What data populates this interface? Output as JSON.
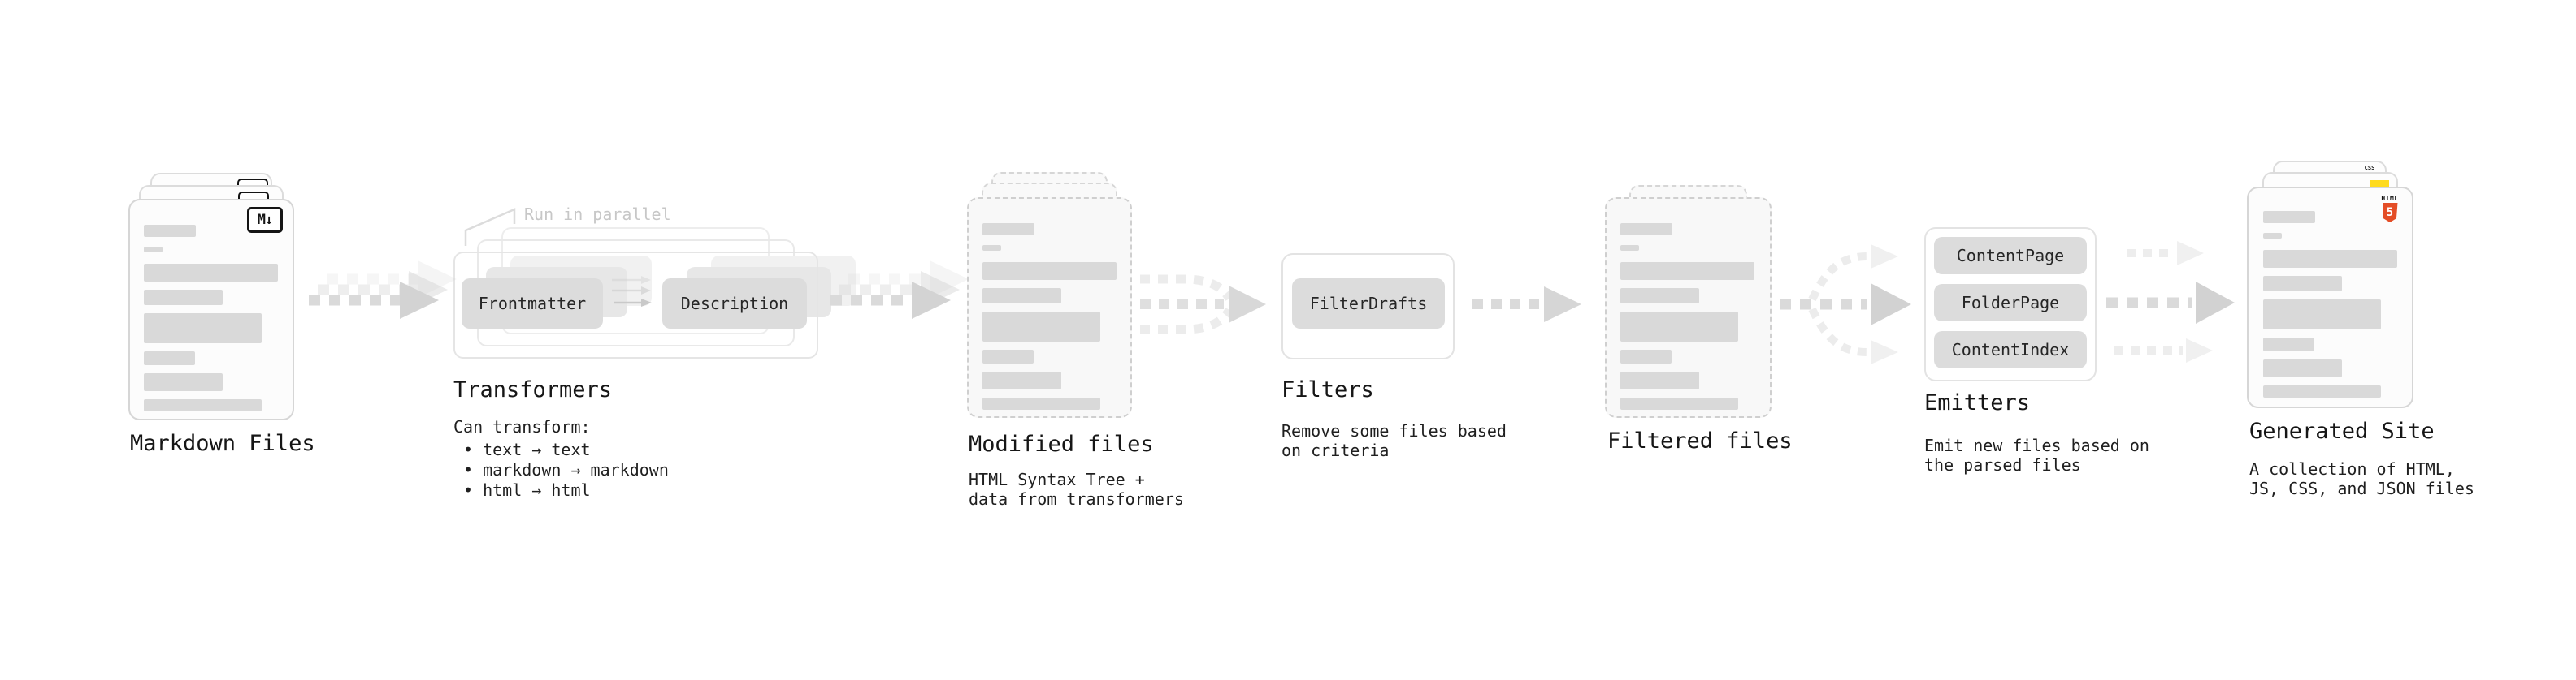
{
  "stages": {
    "markdown_files": {
      "title": "Markdown Files"
    },
    "transformers": {
      "title": "Transformers",
      "callout": "Run in parallel",
      "pill_frontmatter": "Frontmatter",
      "pill_description": "Description",
      "desc_heading": "Can transform:",
      "bullets": [
        "• text → text",
        "• markdown → markdown",
        "• html → html"
      ]
    },
    "modified_files": {
      "title": "Modified files",
      "desc": [
        "HTML Syntax Tree +",
        "data from transformers"
      ]
    },
    "filters": {
      "title": "Filters",
      "pill_filterdrafts": "FilterDrafts",
      "desc": [
        "Remove some files based",
        "on criteria"
      ]
    },
    "filtered_files": {
      "title": "Filtered files"
    },
    "emitters": {
      "title": "Emitters",
      "pills": [
        "ContentPage",
        "FolderPage",
        "ContentIndex"
      ],
      "desc": [
        "Emit new files based on",
        "the parsed files"
      ]
    },
    "generated_site": {
      "title": "Generated Site",
      "desc": [
        "A collection of HTML,",
        "JS, CSS, and JSON files"
      ]
    }
  },
  "icons": {
    "markdown_badge": "M↓",
    "html5_label": "HTML",
    "html5_numeral": "5",
    "css_label": "CSS"
  },
  "colors": {
    "html5_orange": "#e44d26",
    "js_yellow": "#ffdb1e",
    "css_blue": "#2f6ae1",
    "bar_gray": "#d9d9d9",
    "pill_gray": "#dcdcdc",
    "arrow_gray": "#d2d2d2",
    "callout_gray": "#c7c7c7"
  }
}
